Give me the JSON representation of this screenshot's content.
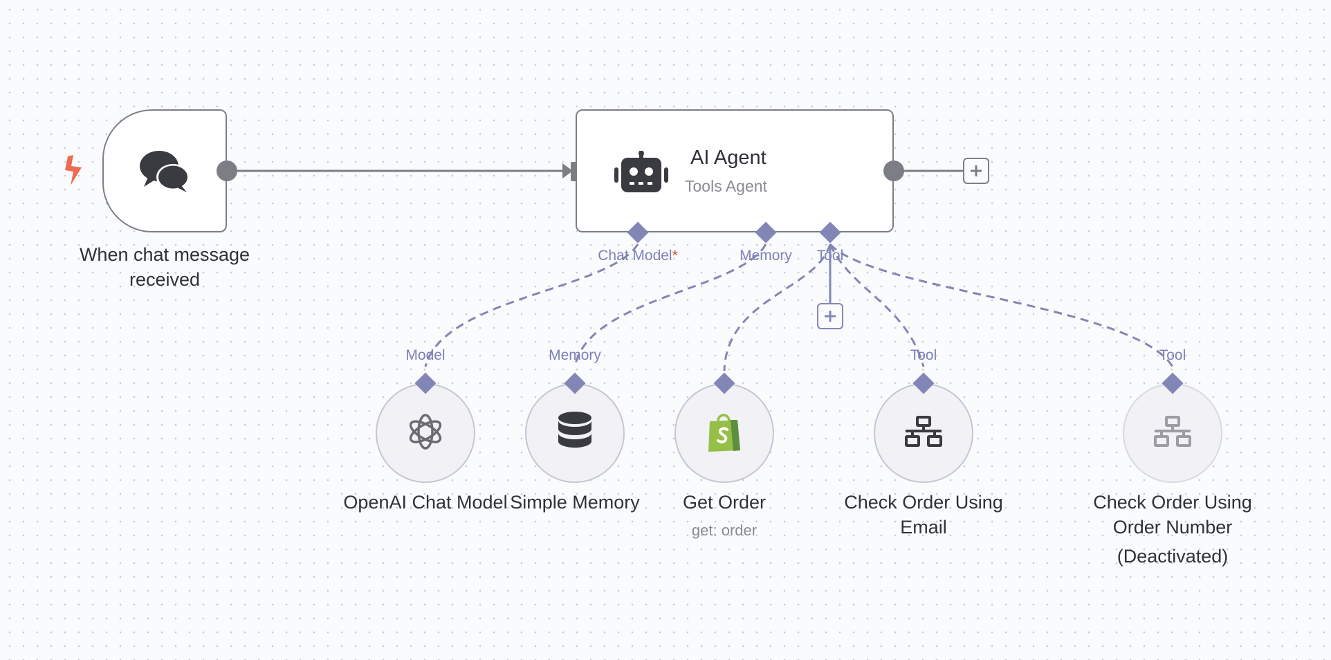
{
  "trigger": {
    "label_line1": "When chat message",
    "label_line2": "received",
    "icon": "chat-bubbles-icon",
    "trigger_icon": "lightning-bolt-icon",
    "trigger_color": "#ef6a53"
  },
  "agent": {
    "title": "AI Agent",
    "subtitle": "Tools Agent",
    "icon": "robot-icon",
    "ports": {
      "chat_model": "Chat Model",
      "chat_model_required": "*",
      "memory": "Memory",
      "tool": "Tool"
    }
  },
  "sub_nodes": [
    {
      "name": "OpenAI Chat Model",
      "port_label": "Model",
      "icon": "openai-icon"
    },
    {
      "name": "Simple Memory",
      "port_label": "Memory",
      "icon": "database-icon"
    },
    {
      "name": "Get Order",
      "subtitle": "get: order",
      "port_label": "",
      "icon": "shopify-bag-icon"
    },
    {
      "name_line1": "Check Order Using",
      "name_line2": "Email",
      "port_label": "Tool",
      "icon": "network-icon"
    },
    {
      "name_line1": "Check Order Using",
      "name_line2": "Order Number",
      "name_line3": "(Deactivated)",
      "port_label": "Tool",
      "icon": "network-icon"
    }
  ],
  "colors": {
    "canvas_bg": "#fafbfd",
    "edge_main": "#7d7e85",
    "edge_sub": "#8286b6",
    "shopify_green": "#95bf47"
  }
}
